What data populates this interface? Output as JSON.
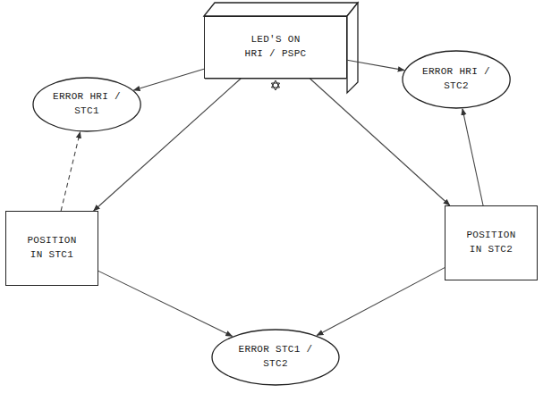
{
  "diagram": {
    "nodes": [
      {
        "text": [
          "LED'S ON HRI / PSPC"
        ]
      },
      {
        "text": [
          "ERROR HRI / STC1"
        ]
      },
      {
        "text": [
          "ERROR HRI / STC2"
        ]
      },
      {
        "text": [
          "POSITION IN STC1"
        ]
      },
      {
        "text": [
          "POSITION IN STC2"
        ]
      },
      {
        "text": [
          "ERROR STC1 / STC2"
        ]
      }
    ],
    "edges": [
      {
        "from": 0,
        "to": 1,
        "arrow": "to"
      },
      {
        "from": 0,
        "to": 2,
        "arrow": "to"
      },
      {
        "from": 0,
        "to": 3,
        "arrow": "to"
      },
      {
        "from": 0,
        "to": 4,
        "arrow": "to"
      },
      {
        "from": 3,
        "to": 1,
        "arrow": "to"
      },
      {
        "from": 4,
        "to": 2,
        "arrow": "to"
      },
      {
        "from": 3,
        "to": 5,
        "arrow": "to"
      },
      {
        "from": 4,
        "to": 5,
        "arrow": "to"
      }
    ]
  }
}
